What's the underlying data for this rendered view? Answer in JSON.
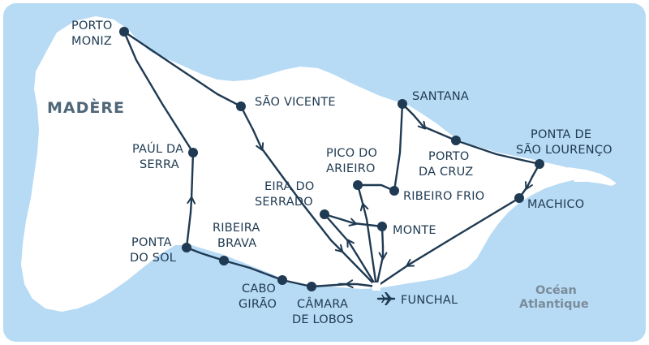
{
  "colors": {
    "sea": "#b7daf5",
    "land": "#ffffff",
    "route": "#1f3a52",
    "label": "#1f3a52",
    "region_label": "#4f6778",
    "ocean_label": "#7b8c9a"
  },
  "map": {
    "island_label": "MADÈRE",
    "ocean_label": {
      "line1": "Océan",
      "line2": "Atlantique"
    }
  },
  "places": {
    "porto_moniz": {
      "line1": "PORTO",
      "line2": "MONIZ"
    },
    "sao_vicente": {
      "line1": "SÃO VICENTE"
    },
    "paul_da_serra": {
      "line1": "PAÚL DA",
      "line2": "SERRA"
    },
    "santana": {
      "line1": "SANTANA"
    },
    "ponta_sao_lourenco": {
      "line1": "PONTA DE",
      "line2": "SÃO LOURENÇO"
    },
    "porto_da_cruz": {
      "line1": "PORTO",
      "line2": "DA CRUZ"
    },
    "pico_do_arieiro": {
      "line1": "PICO DO",
      "line2": "ARIEIRO"
    },
    "ribeiro_frio": {
      "line1": "RIBEIRO FRIO"
    },
    "machico": {
      "line1": "MACHICO"
    },
    "eira_do_serrado": {
      "line1": "EIRA DO",
      "line2": "SERRADO"
    },
    "monte": {
      "line1": "MONTE"
    },
    "ribeira_brava": {
      "line1": "RIBEIRA",
      "line2": "BRAVA"
    },
    "ponta_do_sol": {
      "line1": "PONTA",
      "line2": "DO SOL"
    },
    "cabo_girao": {
      "line1": "CABO",
      "line2": "GIRÃO"
    },
    "camara_de_lobos": {
      "line1": "CÂMARA",
      "line2": "DE LOBOS"
    },
    "funchal": {
      "line1": "FUNCHAL"
    }
  },
  "icons": {
    "funchal": "airport-plane-icon",
    "stops": "route-stop-dot-icon"
  }
}
